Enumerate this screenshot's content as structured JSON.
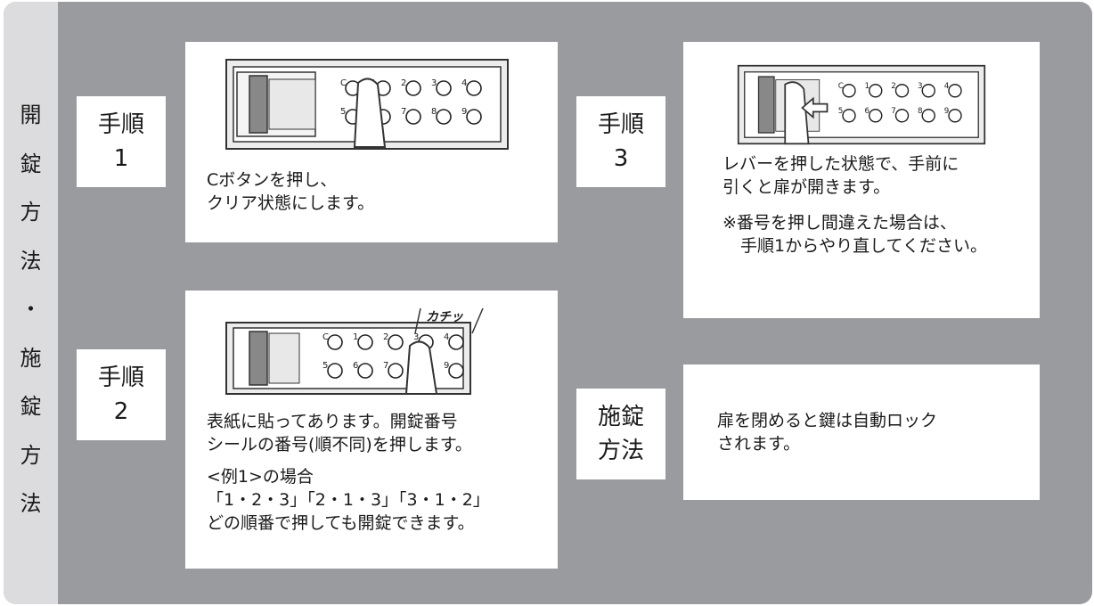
{
  "sidebar": {
    "title_chars": [
      "開",
      "錠",
      "方",
      "法",
      "・",
      "施",
      "錠",
      "方",
      "法"
    ]
  },
  "steps": {
    "step1": {
      "label_lines": [
        "手順",
        "1"
      ],
      "desc_lines": [
        "Cボタンを押し、",
        "クリア状態にします。"
      ]
    },
    "step2": {
      "label_lines": [
        "手順",
        "2"
      ],
      "desc_lines": [
        "表紙に貼ってあります。開錠番号",
        "シールの番号(順不同)を押します。"
      ],
      "example_lines": [
        "<例1>の場合",
        "「1・2・3」「2・1・3」「3・1・2」",
        "どの順番で押しても開錠できます。"
      ],
      "click_sound": "カチッ"
    },
    "step3": {
      "label_lines": [
        "手順",
        "3"
      ],
      "desc_lines": [
        "レバーを押した状態で、手前に",
        "引くと扉が開きます。"
      ],
      "note_lines": [
        "※番号を押し間違えた場合は、",
        "手順1からやり直してください。"
      ]
    },
    "lock": {
      "label_lines": [
        "施錠",
        "方法"
      ],
      "desc_lines": [
        "扉を閉めると鍵は自動ロック",
        "されます。"
      ]
    }
  },
  "keypad": {
    "top_row": [
      "C",
      "1",
      "2",
      "3",
      "4"
    ],
    "bottom_row": [
      "5",
      "6",
      "7",
      "8",
      "9"
    ]
  }
}
